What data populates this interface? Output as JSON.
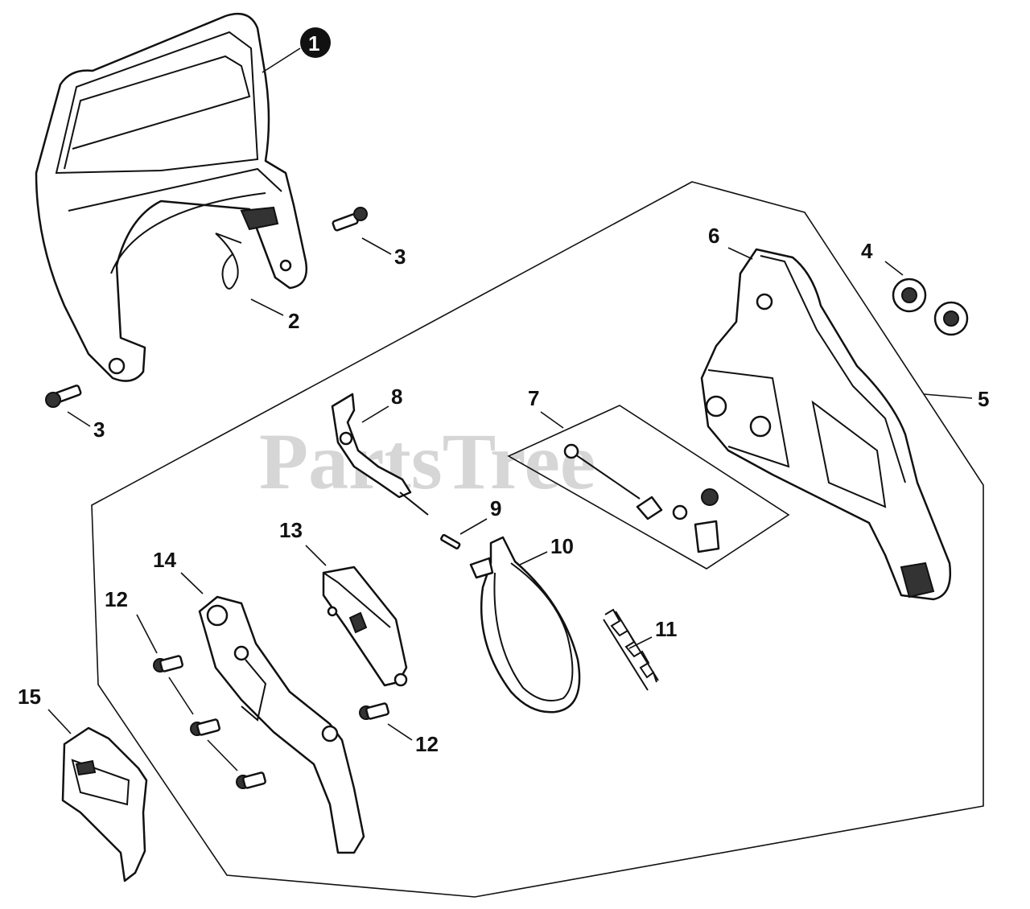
{
  "diagram": {
    "watermark": "PartsTree",
    "callouts": {
      "c1": "1",
      "c2": "2",
      "c3a": "3",
      "c3b": "3",
      "c4": "4",
      "c5": "5",
      "c6": "6",
      "c7": "7",
      "c8": "8",
      "c9": "9",
      "c10": "10",
      "c11": "11",
      "c12a": "12",
      "c12b": "12",
      "c13": "13",
      "c14": "14",
      "c15": "15"
    }
  },
  "colors": {
    "line": "#111111",
    "watermark": "#c8c8c8",
    "badge": "#111111",
    "background": "#ffffff"
  }
}
